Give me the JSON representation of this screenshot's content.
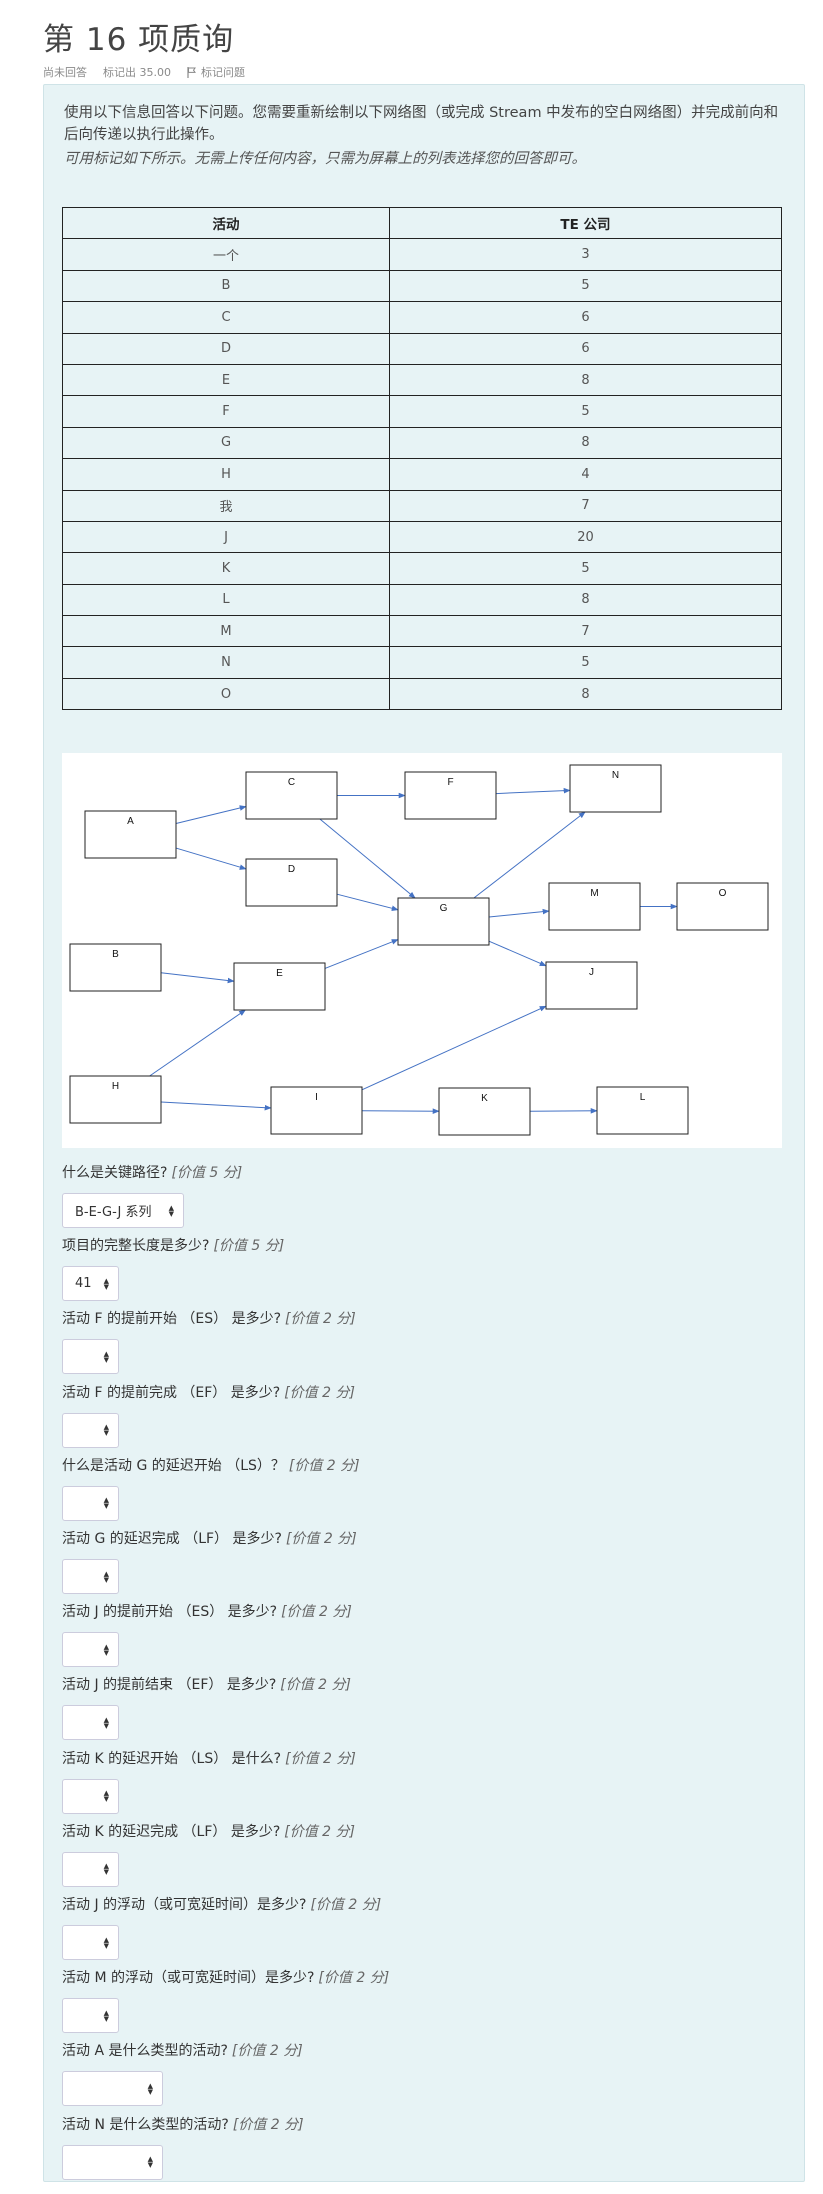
{
  "question": {
    "title": "第 16 项质询",
    "status": "尚未回答",
    "marks": "标记出 35.00",
    "flag_label": "标记问题"
  },
  "intro": {
    "p1": "使用以下信息回答以下问题。您需要重新绘制以下网络图（或完成 Stream 中发布的空白网络图）并完成前向和后向传递以执行此操作。",
    "p2": "可用标记如下所示。无需上传任何内容，只需为屏幕上的列表选择您的回答即可。"
  },
  "table": {
    "headers": [
      "活动",
      "TE 公司"
    ],
    "rows": [
      [
        "一个",
        "3"
      ],
      [
        "B",
        "5"
      ],
      [
        "C",
        "6"
      ],
      [
        "D",
        "6"
      ],
      [
        "E",
        "8"
      ],
      [
        "F",
        "5"
      ],
      [
        "G",
        "8"
      ],
      [
        "H",
        "4"
      ],
      [
        "我",
        "7"
      ],
      [
        "J",
        "20"
      ],
      [
        "K",
        "5"
      ],
      [
        "L",
        "8"
      ],
      [
        "M",
        "7"
      ],
      [
        "N",
        "5"
      ],
      [
        "O",
        "8"
      ]
    ]
  },
  "network": {
    "nodes": [
      "A",
      "B",
      "C",
      "D",
      "E",
      "F",
      "G",
      "H",
      "I",
      "J",
      "K",
      "L",
      "M",
      "N",
      "O"
    ],
    "edges": [
      [
        "A",
        "C"
      ],
      [
        "A",
        "D"
      ],
      [
        "C",
        "F"
      ],
      [
        "C",
        "G"
      ],
      [
        "D",
        "G"
      ],
      [
        "F",
        "N"
      ],
      [
        "G",
        "N"
      ],
      [
        "G",
        "M"
      ],
      [
        "G",
        "J"
      ],
      [
        "M",
        "O"
      ],
      [
        "B",
        "E"
      ],
      [
        "H",
        "E"
      ],
      [
        "E",
        "G"
      ],
      [
        "H",
        "I"
      ],
      [
        "I",
        "J"
      ],
      [
        "I",
        "K"
      ],
      [
        "K",
        "L"
      ]
    ],
    "edge_color": "#4472c4"
  },
  "questions": [
    {
      "text": "什么是关键路径?",
      "mark": "[价值 5 分]",
      "value": "B-E-G-J 系列"
    },
    {
      "text": "项目的完整长度是多少?",
      "mark": "[价值 5 分]",
      "value": "41"
    },
    {
      "text": "活动 F 的提前开始 （ES） 是多少?",
      "mark": "[价值 2 分]",
      "value": ""
    },
    {
      "text": "活动 F 的提前完成 （EF） 是多少?",
      "mark": "[价值 2 分]",
      "value": ""
    },
    {
      "text": "什么是活动 G 的延迟开始 （LS）？",
      "mark": "[价值 2 分]",
      "value": ""
    },
    {
      "text": "活动 G 的延迟完成 （LF） 是多少?",
      "mark": "[价值 2 分]",
      "value": ""
    },
    {
      "text": "活动 J 的提前开始 （ES） 是多少?",
      "mark": "[价值 2 分]",
      "value": ""
    },
    {
      "text": "活动 J 的提前结束 （EF） 是多少?",
      "mark": "[价值 2 分]",
      "value": ""
    },
    {
      "text": "活动 K 的延迟开始 （LS） 是什么?",
      "mark": "[价值 2 分]",
      "value": ""
    },
    {
      "text": "活动 K 的延迟完成 （LF） 是多少?",
      "mark": "[价值 2 分]",
      "value": ""
    },
    {
      "text": "活动 J 的浮动（或可宽延时间）是多少?",
      "mark": "[价值 2 分]",
      "value": ""
    },
    {
      "text": "活动 M 的浮动（或可宽延时间）是多少?",
      "mark": "[价值 2 分]",
      "value": ""
    },
    {
      "text": "活动 A 是什么类型的活动?",
      "mark": "[价值 2 分]",
      "value": ""
    },
    {
      "text": "活动 N 是什么类型的活动?",
      "mark": "[价值 2 分]",
      "value": ""
    }
  ],
  "colors": {
    "panel_bg": "#e7f3f5",
    "panel_border": "#cfe3e7"
  }
}
